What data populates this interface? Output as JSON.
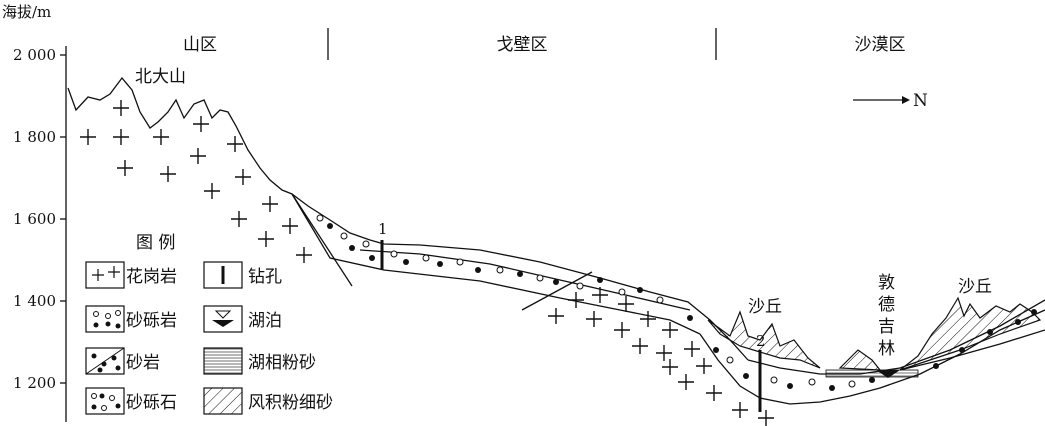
{
  "yaxis": {
    "label": "海拔/m",
    "ticks": [
      "2 000",
      "1 800",
      "1 600",
      "1 400",
      "1 200"
    ]
  },
  "zones": [
    "山区",
    "戈壁区",
    "沙漠区"
  ],
  "places": {
    "mountain": "北大山",
    "dune1": "沙丘",
    "dune2": "沙丘",
    "town": [
      "敦",
      "德",
      "吉",
      "林"
    ]
  },
  "north": "N",
  "boreholes": [
    "1",
    "2"
  ],
  "legend": {
    "title": "图  例",
    "items": [
      "花岗岩",
      "砂砾岩",
      "砂岩",
      "砂砾石",
      "钻孔",
      "湖泊",
      "湖相粉砂",
      "风积粉细砂"
    ]
  }
}
